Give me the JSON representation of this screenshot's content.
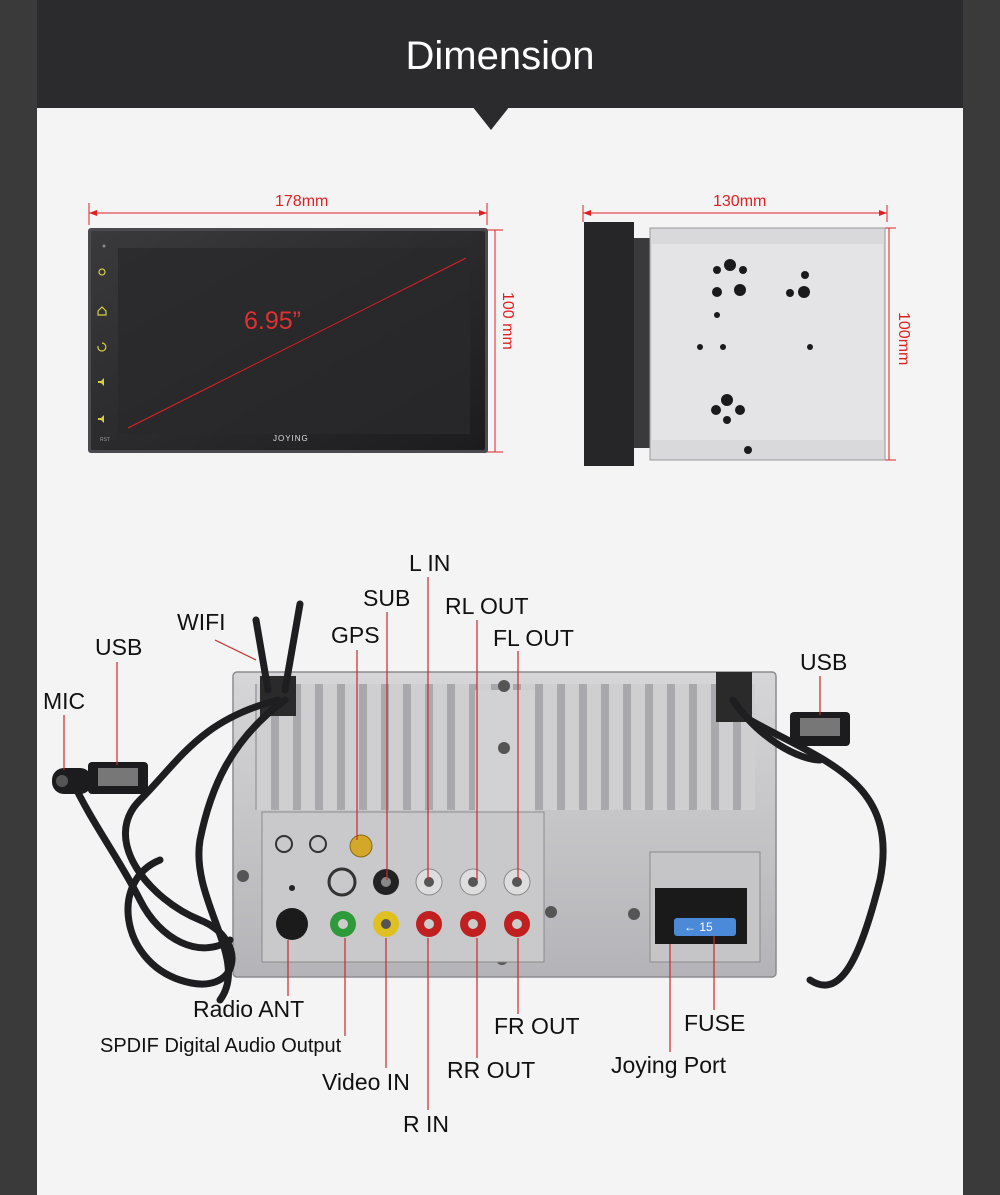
{
  "header": {
    "title": "Dimension"
  },
  "dimensions": {
    "front_width": "178mm",
    "front_height": "100 mm",
    "diagonal": "6.95”",
    "side_depth": "130mm",
    "side_height": "100mm"
  },
  "device": {
    "brand": "JOYING",
    "rst": "RST",
    "fuse_number": "15"
  },
  "ports": {
    "l_in": "L IN",
    "sub": "SUB",
    "rl_out": "RL OUT",
    "wifi": "WIFI",
    "gps": "GPS",
    "fl_out": "FL OUT",
    "usb_left": "USB",
    "usb_right": "USB",
    "mic": "MIC",
    "radio_ant": "Radio ANT",
    "spdif": "SPDIF Digital Audio Output",
    "video_in": "Video IN",
    "r_in": "R IN",
    "fr_out": "FR OUT",
    "rr_out": "RR OUT",
    "fuse": "FUSE",
    "joying_port": "Joying Port"
  },
  "colors": {
    "header_bg": "#2b2b2d",
    "dimension_red": "#e02020",
    "panel_bg": "#f4f4f4"
  }
}
